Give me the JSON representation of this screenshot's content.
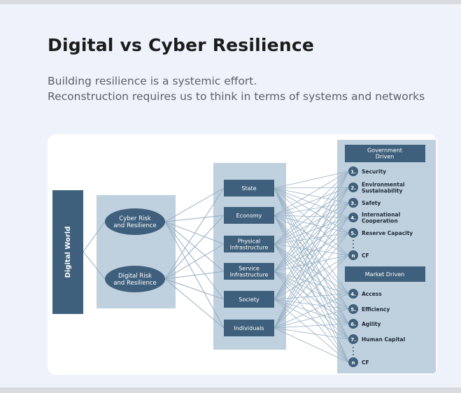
{
  "title": "Digital vs Cyber Resilience",
  "subtitle_lines": [
    "Building resilience is a systemic effort.",
    "Reconstruction requires us to think in terms of systems and networks"
  ],
  "diagram": {
    "root": "Digital World",
    "resilience": [
      {
        "label": [
          "Cyber Risk",
          "and Resilience"
        ]
      },
      {
        "label": [
          "Digital Risk",
          "and Resilience"
        ]
      }
    ],
    "domains": [
      {
        "label": [
          "State"
        ]
      },
      {
        "label": [
          "Economy"
        ]
      },
      {
        "label": [
          "Physical",
          "Infrastructure"
        ]
      },
      {
        "label": [
          "Service",
          "Infrastructure"
        ]
      },
      {
        "label": [
          "Society"
        ]
      },
      {
        "label": [
          "Individuals"
        ]
      }
    ],
    "government_header": [
      "Government",
      "Driven"
    ],
    "government_items": [
      {
        "num": "1.",
        "label": [
          "Security"
        ]
      },
      {
        "num": "2.",
        "label": [
          "Environmental",
          "Sustainability"
        ]
      },
      {
        "num": "3.",
        "label": [
          "Safety"
        ]
      },
      {
        "num": "4.",
        "label": [
          "International",
          "Cooperation"
        ]
      },
      {
        "num": "5.",
        "label": [
          "Reserve Capacity"
        ]
      },
      {
        "num": "n",
        "label": [
          "CF"
        ]
      }
    ],
    "market_header": [
      "Market Driven"
    ],
    "market_items": [
      {
        "num": "4.",
        "label": [
          "Access"
        ]
      },
      {
        "num": "5.",
        "label": [
          "Efficiency"
        ]
      },
      {
        "num": "6.",
        "label": [
          "Agility"
        ]
      },
      {
        "num": "7.",
        "label": [
          "Human Capital"
        ]
      },
      {
        "num": "n",
        "label": [
          "CF"
        ]
      }
    ],
    "colors": {
      "dark": "#3f607c",
      "panel": "#bfd0de",
      "line": "#97afc3",
      "circle": "#3f607c"
    }
  }
}
